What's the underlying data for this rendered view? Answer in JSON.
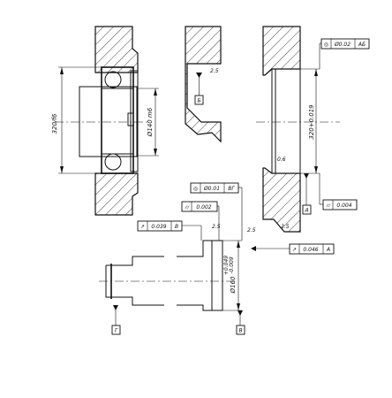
{
  "figure": {
    "dim_housing_bore": "320/f6",
    "dim_shaft_seat": "Ø140 m6",
    "dim_housing_bore_right": "320+0.019",
    "dim_shaft_lower": "Ø160",
    "dim_shaft_lower_tol_upper": "+0.049",
    "dim_shaft_lower_tol_lower": "-0.009",
    "chamfer_mid": "0.6",
    "chamfer_small": "2.5",
    "roughness_left": "2.5",
    "roughness_right": "2.5",
    "roughness_top": "2.5",
    "fcf_top_right": {
      "symbol": "◎",
      "value": "Ø0.02",
      "datum": "AБ"
    },
    "fcf_bottom_right": {
      "symbol": "⌭",
      "value": "0.004"
    },
    "fcf_mid_coax": {
      "symbol": "◎",
      "value": "Ø0.01",
      "datum": "ВГ"
    },
    "fcf_mid_cyl": {
      "symbol": "⌭",
      "value": "0.002"
    },
    "fcf_runout_left": {
      "symbol": "↗",
      "value": "0.039",
      "datum": "В"
    },
    "fcf_runout_right": {
      "symbol": "↗",
      "value": "0.046",
      "datum": "А"
    },
    "datum_A": "А",
    "datum_B_top": "Б",
    "datum_V": "В",
    "datum_G": "Г"
  }
}
